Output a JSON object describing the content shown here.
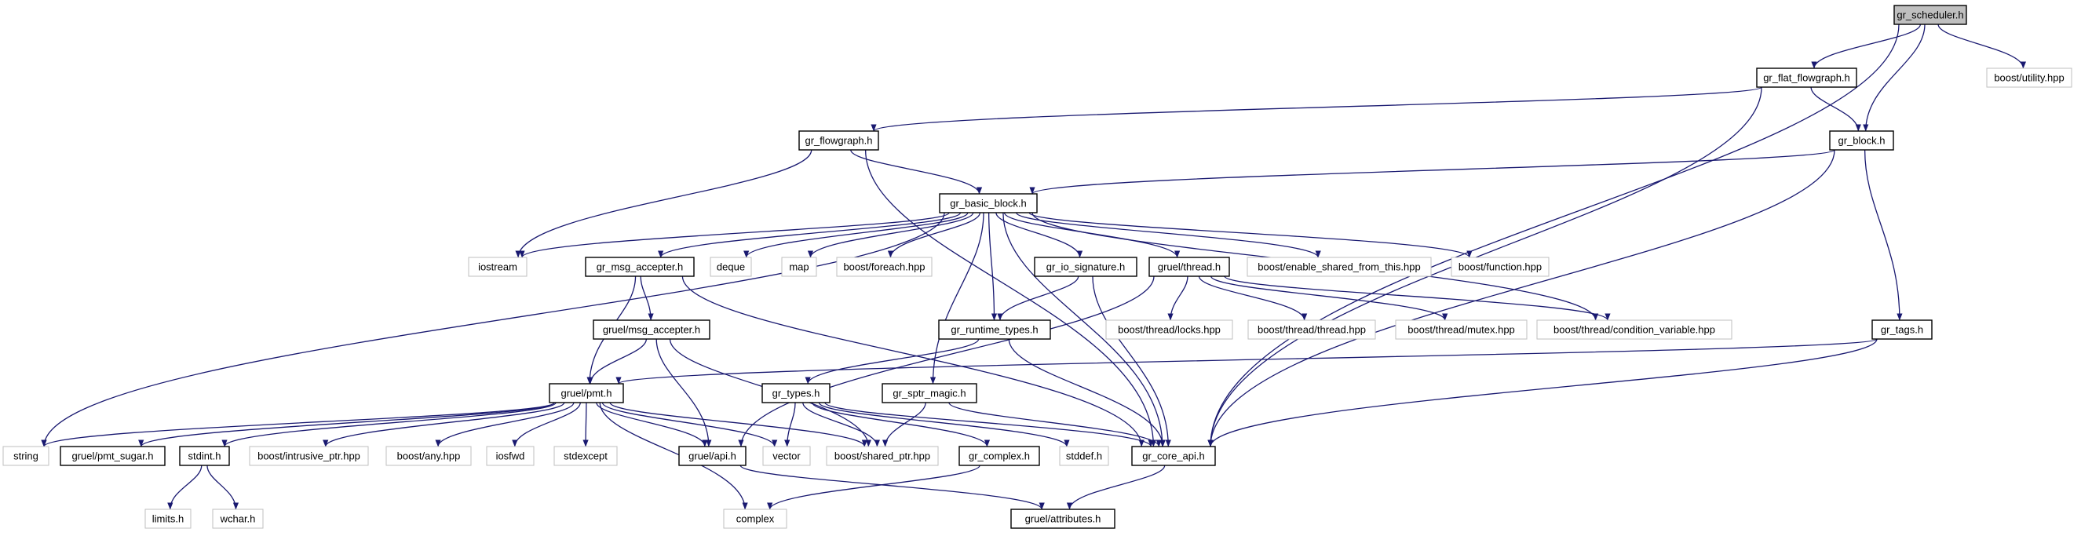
{
  "diagram": {
    "type": "include-dependency-graph",
    "colors": {
      "edge": "#191970",
      "root_fill": "#bfbfbf",
      "external_border": "#bfbfbf",
      "internal_border": "#000000"
    },
    "nodes": [
      {
        "id": "gr_scheduler",
        "label": "gr_scheduler.h",
        "kind": "root"
      },
      {
        "id": "gr_flat_flowgraph",
        "label": "gr_flat_flowgraph.h",
        "kind": "internal"
      },
      {
        "id": "boost_utility",
        "label": "boost/utility.hpp",
        "kind": "external"
      },
      {
        "id": "gr_flowgraph",
        "label": "gr_flowgraph.h",
        "kind": "internal"
      },
      {
        "id": "gr_block",
        "label": "gr_block.h",
        "kind": "internal"
      },
      {
        "id": "gr_basic_block",
        "label": "gr_basic_block.h",
        "kind": "internal"
      },
      {
        "id": "iostream",
        "label": "iostream",
        "kind": "external"
      },
      {
        "id": "gr_msg_accepter",
        "label": "gr_msg_accepter.h",
        "kind": "internal"
      },
      {
        "id": "deque",
        "label": "deque",
        "kind": "external"
      },
      {
        "id": "map",
        "label": "map",
        "kind": "external"
      },
      {
        "id": "boost_foreach",
        "label": "boost/foreach.hpp",
        "kind": "external"
      },
      {
        "id": "gr_io_signature",
        "label": "gr_io_signature.h",
        "kind": "internal"
      },
      {
        "id": "gruel_thread",
        "label": "gruel/thread.h",
        "kind": "internal"
      },
      {
        "id": "boost_esft",
        "label": "boost/enable_shared_from_this.hpp",
        "kind": "external"
      },
      {
        "id": "boost_function",
        "label": "boost/function.hpp",
        "kind": "external"
      },
      {
        "id": "gruel_msg_accepter",
        "label": "gruel/msg_accepter.h",
        "kind": "internal"
      },
      {
        "id": "gr_runtime_types",
        "label": "gr_runtime_types.h",
        "kind": "internal"
      },
      {
        "id": "boost_thread_locks",
        "label": "boost/thread/locks.hpp",
        "kind": "external"
      },
      {
        "id": "boost_thread_thread",
        "label": "boost/thread/thread.hpp",
        "kind": "external"
      },
      {
        "id": "boost_thread_mutex",
        "label": "boost/thread/mutex.hpp",
        "kind": "external"
      },
      {
        "id": "boost_thread_cv",
        "label": "boost/thread/condition_variable.hpp",
        "kind": "external"
      },
      {
        "id": "gr_tags",
        "label": "gr_tags.h",
        "kind": "internal"
      },
      {
        "id": "gruel_pmt",
        "label": "gruel/pmt.h",
        "kind": "internal"
      },
      {
        "id": "gr_types",
        "label": "gr_types.h",
        "kind": "internal"
      },
      {
        "id": "gr_sptr_magic",
        "label": "gr_sptr_magic.h",
        "kind": "internal"
      },
      {
        "id": "string",
        "label": "string",
        "kind": "external"
      },
      {
        "id": "gruel_pmt_sugar",
        "label": "gruel/pmt_sugar.h",
        "kind": "internal"
      },
      {
        "id": "stdint",
        "label": "stdint.h",
        "kind": "internal"
      },
      {
        "id": "boost_intrusive_ptr",
        "label": "boost/intrusive_ptr.hpp",
        "kind": "external"
      },
      {
        "id": "boost_any",
        "label": "boost/any.hpp",
        "kind": "external"
      },
      {
        "id": "iosfwd",
        "label": "iosfwd",
        "kind": "external"
      },
      {
        "id": "stdexcept",
        "label": "stdexcept",
        "kind": "external"
      },
      {
        "id": "gruel_api",
        "label": "gruel/api.h",
        "kind": "internal"
      },
      {
        "id": "vector",
        "label": "vector",
        "kind": "external"
      },
      {
        "id": "boost_shared_ptr",
        "label": "boost/shared_ptr.hpp",
        "kind": "external"
      },
      {
        "id": "gr_complex",
        "label": "gr_complex.h",
        "kind": "internal"
      },
      {
        "id": "stddef",
        "label": "stddef.h",
        "kind": "external"
      },
      {
        "id": "gr_core_api",
        "label": "gr_core_api.h",
        "kind": "internal"
      },
      {
        "id": "limits",
        "label": "limits.h",
        "kind": "external"
      },
      {
        "id": "wchar",
        "label": "wchar.h",
        "kind": "external"
      },
      {
        "id": "complex",
        "label": "complex",
        "kind": "external"
      },
      {
        "id": "gruel_attributes",
        "label": "gruel/attributes.h",
        "kind": "internal"
      }
    ],
    "edges": [
      [
        "gr_scheduler",
        "gr_flat_flowgraph"
      ],
      [
        "gr_scheduler",
        "gr_block"
      ],
      [
        "gr_scheduler",
        "boost_utility"
      ],
      [
        "gr_scheduler",
        "gr_core_api"
      ],
      [
        "gr_flat_flowgraph",
        "gr_flowgraph"
      ],
      [
        "gr_flat_flowgraph",
        "gr_block"
      ],
      [
        "gr_flat_flowgraph",
        "gr_core_api"
      ],
      [
        "gr_flowgraph",
        "gr_basic_block"
      ],
      [
        "gr_flowgraph",
        "iostream"
      ],
      [
        "gr_flowgraph",
        "gr_core_api"
      ],
      [
        "gr_block",
        "gr_basic_block"
      ],
      [
        "gr_block",
        "gr_tags"
      ],
      [
        "gr_block",
        "gr_core_api"
      ],
      [
        "gr_basic_block",
        "iostream"
      ],
      [
        "gr_basic_block",
        "string"
      ],
      [
        "gr_basic_block",
        "gr_msg_accepter"
      ],
      [
        "gr_basic_block",
        "deque"
      ],
      [
        "gr_basic_block",
        "map"
      ],
      [
        "gr_basic_block",
        "boost_foreach"
      ],
      [
        "gr_basic_block",
        "gr_runtime_types"
      ],
      [
        "gr_basic_block",
        "gr_sptr_magic"
      ],
      [
        "gr_basic_block",
        "gr_io_signature"
      ],
      [
        "gr_basic_block",
        "gruel_thread"
      ],
      [
        "gr_basic_block",
        "boost_esft"
      ],
      [
        "gr_basic_block",
        "boost_function"
      ],
      [
        "gr_basic_block",
        "boost_thread_cv"
      ],
      [
        "gr_basic_block",
        "gr_core_api"
      ],
      [
        "gr_msg_accepter",
        "gruel_msg_accepter"
      ],
      [
        "gr_msg_accepter",
        "gruel_pmt"
      ],
      [
        "gr_msg_accepter",
        "gr_core_api"
      ],
      [
        "gr_io_signature",
        "gr_runtime_types"
      ],
      [
        "gr_io_signature",
        "gr_core_api"
      ],
      [
        "gruel_thread",
        "gruel_api"
      ],
      [
        "gruel_thread",
        "boost_thread_locks"
      ],
      [
        "gruel_thread",
        "boost_thread_thread"
      ],
      [
        "gruel_thread",
        "boost_thread_mutex"
      ],
      [
        "gruel_thread",
        "boost_thread_cv"
      ],
      [
        "gruel_msg_accepter",
        "gruel_pmt"
      ],
      [
        "gruel_msg_accepter",
        "gruel_api"
      ],
      [
        "gruel_msg_accepter",
        "boost_shared_ptr"
      ],
      [
        "gr_runtime_types",
        "gr_types"
      ],
      [
        "gr_runtime_types",
        "gr_core_api"
      ],
      [
        "gr_tags",
        "gruel_pmt"
      ],
      [
        "gr_tags",
        "gr_core_api"
      ],
      [
        "gruel_pmt",
        "string"
      ],
      [
        "gruel_pmt",
        "gruel_pmt_sugar"
      ],
      [
        "gruel_pmt",
        "stdint"
      ],
      [
        "gruel_pmt",
        "boost_intrusive_ptr"
      ],
      [
        "gruel_pmt",
        "boost_any"
      ],
      [
        "gruel_pmt",
        "iosfwd"
      ],
      [
        "gruel_pmt",
        "stdexcept"
      ],
      [
        "gruel_pmt",
        "gruel_api"
      ],
      [
        "gruel_pmt",
        "vector"
      ],
      [
        "gruel_pmt",
        "boost_shared_ptr"
      ],
      [
        "gruel_pmt",
        "complex"
      ],
      [
        "gr_types",
        "vector"
      ],
      [
        "gr_types",
        "boost_shared_ptr"
      ],
      [
        "gr_types",
        "gr_complex"
      ],
      [
        "gr_types",
        "stddef"
      ],
      [
        "gr_types",
        "gr_core_api"
      ],
      [
        "gr_sptr_magic",
        "boost_shared_ptr"
      ],
      [
        "gr_sptr_magic",
        "gr_core_api"
      ],
      [
        "stdint",
        "limits"
      ],
      [
        "stdint",
        "wchar"
      ],
      [
        "gruel_api",
        "gruel_attributes"
      ],
      [
        "gr_complex",
        "complex"
      ],
      [
        "gr_core_api",
        "gruel_attributes"
      ]
    ]
  }
}
